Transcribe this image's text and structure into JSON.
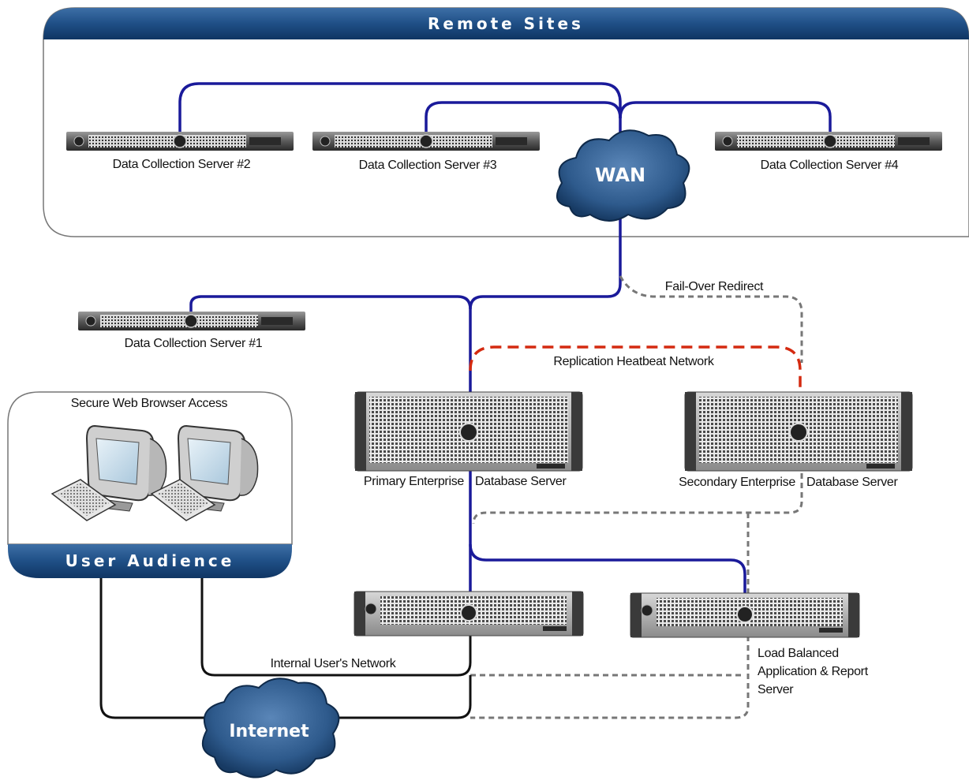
{
  "panels": {
    "remote_sites": "Remote Sites",
    "user_audience": "User Audience",
    "secure_web": "Secure Web Browser Access"
  },
  "clouds": {
    "wan": "WAN",
    "internet": "Internet"
  },
  "servers": {
    "dcs2": "Data Collection Server #2",
    "dcs3": "Data Collection Server #3",
    "dcs4": "Data Collection Server #4",
    "dcs1": "Data Collection Server #1",
    "primary_left": "Primary Enterprise",
    "primary_right": "Database Server",
    "secondary_left": "Secondary Enterprise",
    "secondary_right": "Database Server",
    "lb_line1": "Load Balanced",
    "lb_line2": "Application & Report",
    "lb_line3": "Server"
  },
  "links": {
    "failover": "Fail-Over Redirect",
    "replication": "Replication Heatbeat Network",
    "internal": "Internal User's Network"
  },
  "colors": {
    "banner": "#1c4f86",
    "wan_link": "#1a1a9a",
    "user_link": "#111111",
    "failover_link": "#777777",
    "replication_link": "#d42a10"
  }
}
